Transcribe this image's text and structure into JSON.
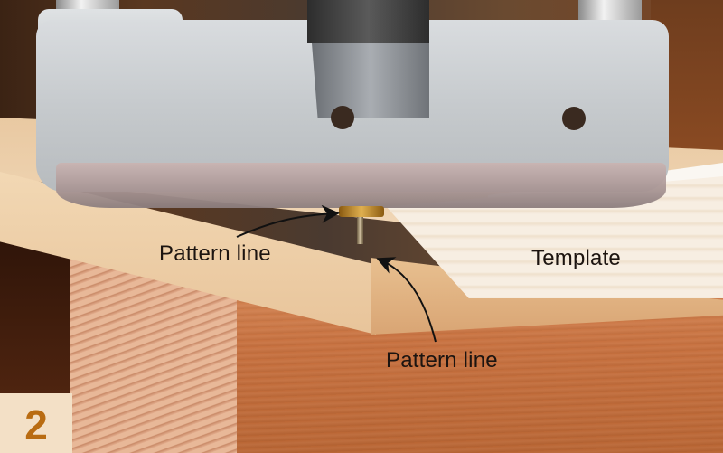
{
  "figure": {
    "step_number": "2",
    "labels": {
      "pattern_line_upper": "Pattern line",
      "template": "Template",
      "pattern_line_lower": "Pattern line"
    },
    "colors": {
      "step_badge_bg": "#f3e0c6",
      "step_number": "#b96c12",
      "label_text": "#1c1410"
    }
  }
}
